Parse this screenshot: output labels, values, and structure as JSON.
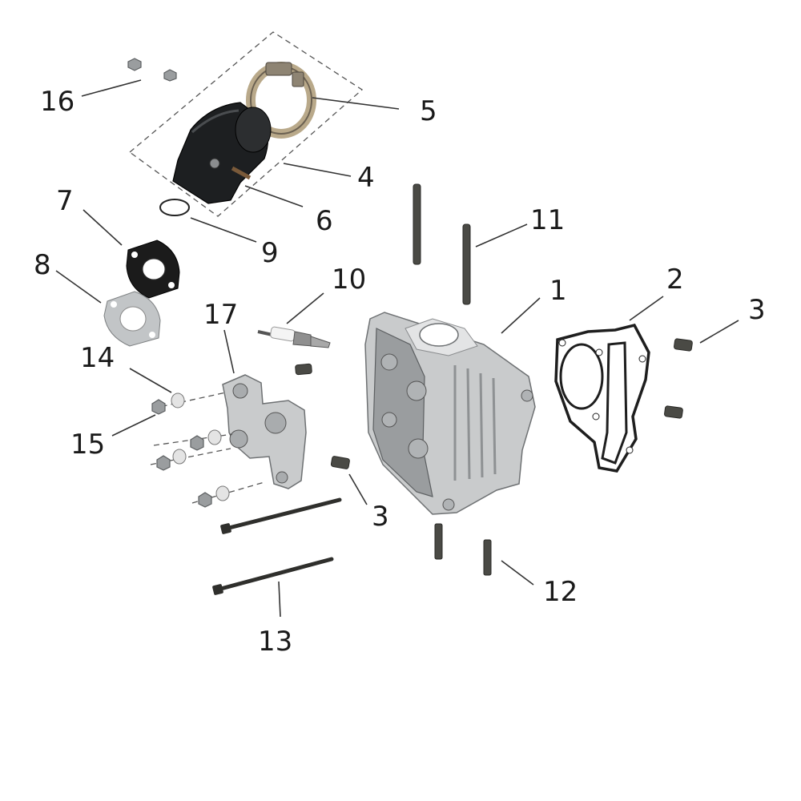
{
  "diagram": {
    "callouts": [
      {
        "id": "1",
        "label": "1"
      },
      {
        "id": "2",
        "label": "2"
      },
      {
        "id": "3a",
        "label": "3"
      },
      {
        "id": "3b",
        "label": "3"
      },
      {
        "id": "4",
        "label": "4"
      },
      {
        "id": "5",
        "label": "5"
      },
      {
        "id": "6",
        "label": "6"
      },
      {
        "id": "7",
        "label": "7"
      },
      {
        "id": "8",
        "label": "8"
      },
      {
        "id": "9",
        "label": "9"
      },
      {
        "id": "10",
        "label": "10"
      },
      {
        "id": "11",
        "label": "11"
      },
      {
        "id": "12",
        "label": "12"
      },
      {
        "id": "13",
        "label": "13"
      },
      {
        "id": "14",
        "label": "14"
      },
      {
        "id": "15",
        "label": "15"
      },
      {
        "id": "16",
        "label": "16"
      },
      {
        "id": "17",
        "label": "17"
      }
    ]
  }
}
